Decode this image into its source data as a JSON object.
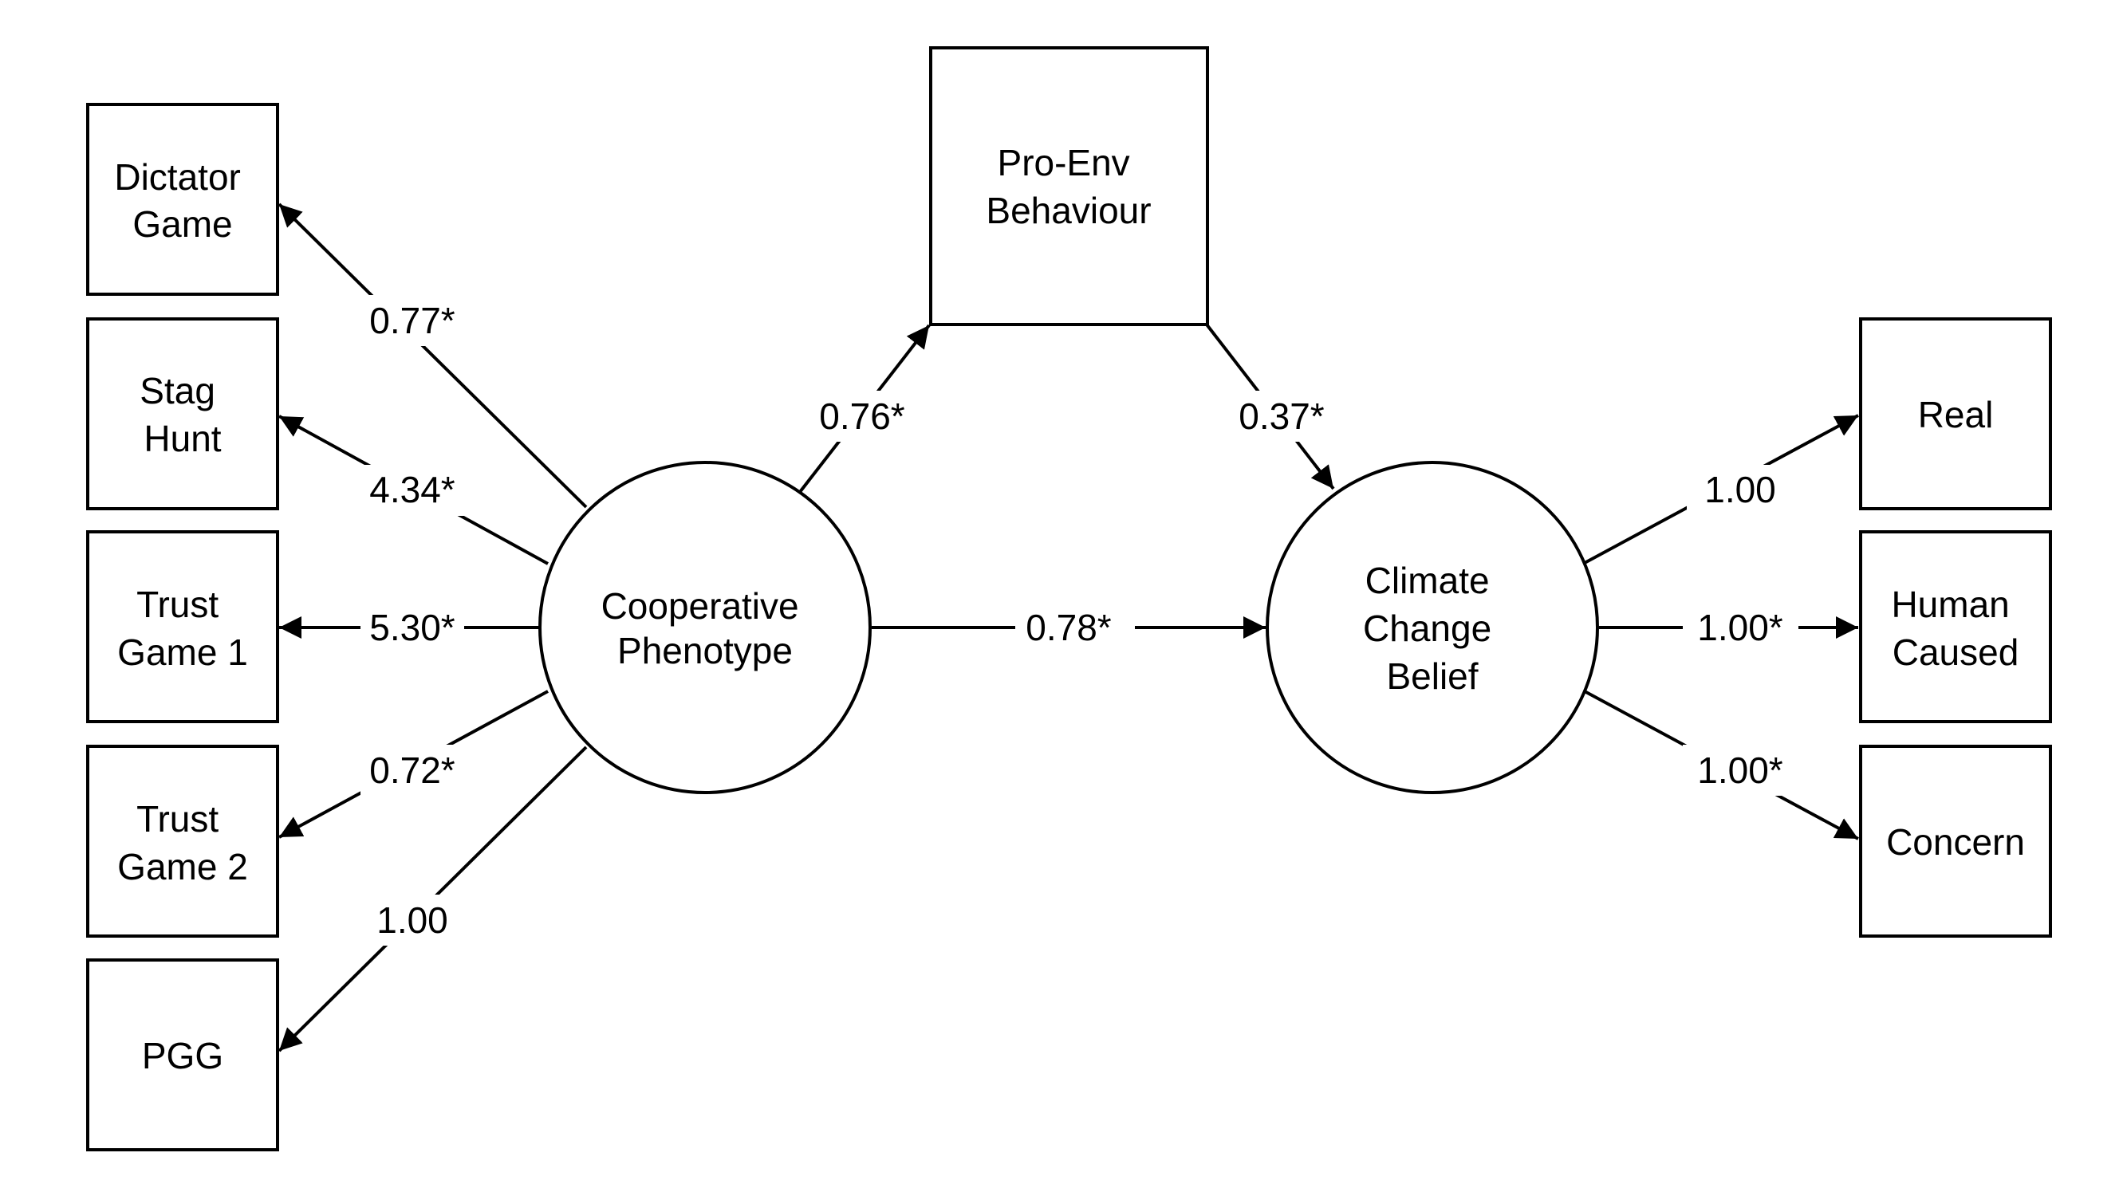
{
  "diagram": {
    "nodes": {
      "dictator": {
        "lines": [
          "Dictator",
          "Game"
        ]
      },
      "stag": {
        "lines": [
          "Stag",
          "Hunt"
        ]
      },
      "trust1": {
        "lines": [
          "Trust",
          "Game 1"
        ]
      },
      "trust2": {
        "lines": [
          "Trust",
          "Game 2"
        ]
      },
      "pgg": {
        "lines": [
          "PGG"
        ]
      },
      "coop": {
        "lines": [
          "Cooperative",
          "Phenotype"
        ]
      },
      "proenv": {
        "lines": [
          "Pro-Env",
          "Behaviour"
        ]
      },
      "climate": {
        "lines": [
          "Climate",
          "Change",
          "Belief"
        ]
      },
      "real": {
        "lines": [
          "Real"
        ]
      },
      "human": {
        "lines": [
          "Human",
          "Caused"
        ]
      },
      "concern": {
        "lines": [
          "Concern"
        ]
      }
    },
    "edges": [
      {
        "id": "coop-dictator",
        "from": "coop",
        "to": "dictator",
        "label": "0.77*"
      },
      {
        "id": "coop-stag",
        "from": "coop",
        "to": "stag",
        "label": "4.34*"
      },
      {
        "id": "coop-trust1",
        "from": "coop",
        "to": "trust1",
        "label": "5.30*"
      },
      {
        "id": "coop-trust2",
        "from": "coop",
        "to": "trust2",
        "label": "0.72*"
      },
      {
        "id": "coop-pgg",
        "from": "coop",
        "to": "pgg",
        "label": "1.00"
      },
      {
        "id": "coop-proenv",
        "from": "coop",
        "to": "proenv",
        "label": "0.76*"
      },
      {
        "id": "proenv-climate",
        "from": "proenv",
        "to": "climate",
        "label": "0.37*"
      },
      {
        "id": "coop-climate",
        "from": "coop",
        "to": "climate",
        "label": "0.78*"
      },
      {
        "id": "climate-real",
        "from": "climate",
        "to": "real",
        "label": "1.00"
      },
      {
        "id": "climate-human",
        "from": "climate",
        "to": "human",
        "label": "1.00*"
      },
      {
        "id": "climate-concern",
        "from": "climate",
        "to": "concern",
        "label": "1.00*"
      }
    ]
  }
}
